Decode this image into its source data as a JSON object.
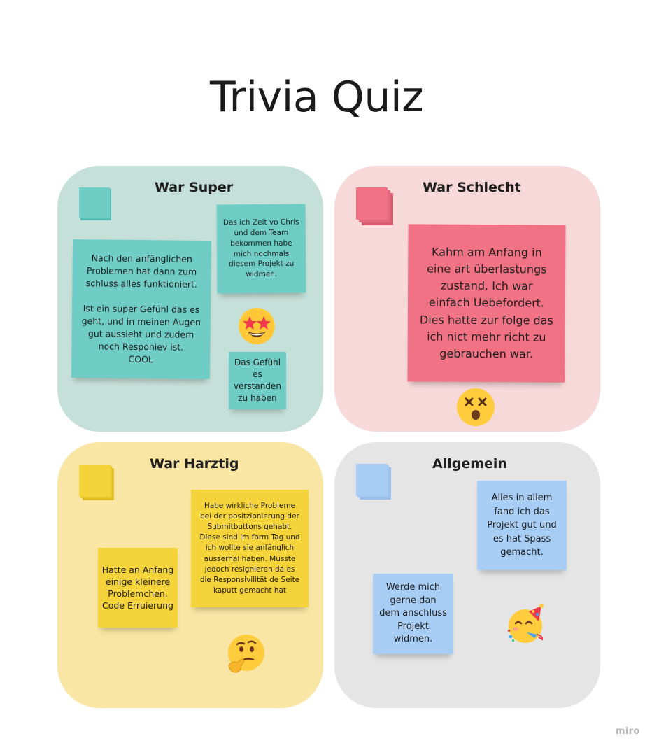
{
  "board": {
    "title": "Trivia Quiz",
    "watermark": "miro"
  },
  "quadrants": {
    "super": {
      "heading": "War Super",
      "color": "#c5e0d8",
      "notes": [
        "Nach den anfänglichen Problemen hat dann zum schluss alles funktioniert.\n\nIst ein super Gefühl das es geht, und in meinen Augen gut aussieht und zudem noch Responiev ist.\nCOOL",
        "Das ich Zeit vo Chris und dem Team bekommen habe mich nochmals diesem Projekt zu widmen.",
        "Das Gefühl es verstanden zu haben"
      ],
      "emoji": "star-struck-emoji"
    },
    "schlecht": {
      "heading": "War Schlecht",
      "color": "#f7d9da",
      "notes": [
        "Kahm am Anfang in eine art überlastungs zustand. Ich war einfach Uebefordert. Dies hatte zur folge das ich nict mehr richt zu gebrauchen war."
      ],
      "emoji": "dizzy-face-emoji"
    },
    "harztig": {
      "heading": "War Harztig",
      "color": "#f9e6a5",
      "notes": [
        "Hatte an Anfang einige kleinere Problemchen.\nCode Erruierung",
        "Habe wirkliche Probleme bei der positzionierung der Submitbuttons gehabt. Diese sind im form Tag und ich wollte sie anfänglich ausserhal haben. Musste jedoch resignieren da es die Responsivilität de Seite kaputt gemacht hat"
      ],
      "emoji": "thinking-face-emoji"
    },
    "allgemein": {
      "heading": "Allgemein",
      "color": "#e5e5e5",
      "notes": [
        "Alles in allem fand ich das Projekt gut und es hat Spass gemacht.",
        "Werde mich gerne dan dem anschluss Projekt widmen."
      ],
      "emoji": "partying-face-emoji"
    }
  },
  "colors": {
    "teal_note": "#6fcdc5",
    "red_note": "#f07284",
    "yellow_note": "#f5d33a",
    "blue_note": "#a8cdf5"
  }
}
